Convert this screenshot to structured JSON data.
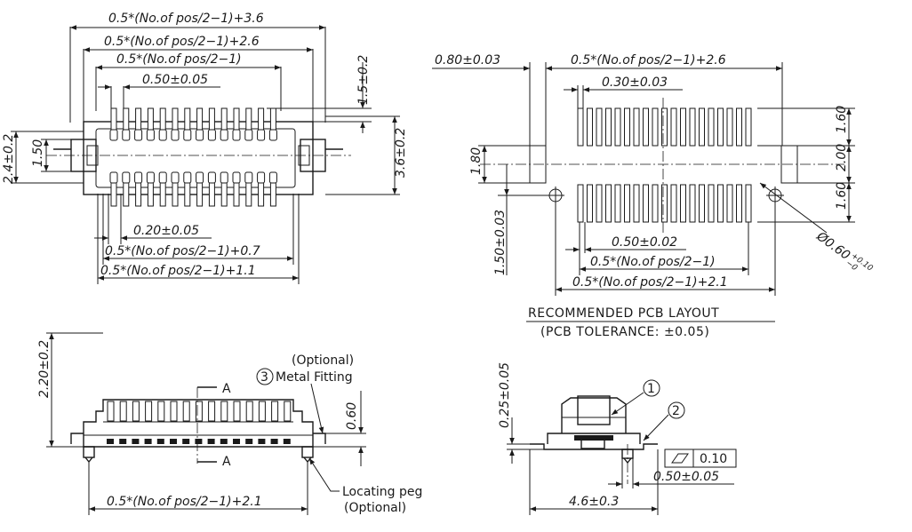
{
  "top_view": {
    "dim_overall": "0.5*(No.of pos/2−1)+3.6",
    "dim_body": "0.5*(No.of pos/2−1)+2.6",
    "dim_span": "0.5*(No.of pos/2−1)",
    "dim_pitch": "0.50±0.05",
    "dim_tail": "1.5±0.2",
    "dim_height_left": "2.4±0.2",
    "dim_inner_left": "1.50",
    "dim_height_right": "3.6±0.2",
    "dim_pin_width": "0.20±0.05",
    "dim_bottom_1": "0.5*(No.of pos/2−1)+0.7",
    "dim_bottom_2": "0.5*(No.of pos/2−1)+1.1"
  },
  "pcb_layout": {
    "dim_left_pad": "0.80±0.03",
    "dim_top_span": "0.5*(No.of pos/2−1)+2.6",
    "dim_pad_width": "0.30±0.03",
    "dim_pad_h_top": "1.60",
    "dim_gap": "2.00",
    "dim_pad_h_bottom": "1.60",
    "dim_left_h": "1.80",
    "dim_hole_offset": "1.50±0.03",
    "dim_hole": "Ø0.60",
    "dim_hole_tol_upper": "+0.10",
    "dim_hole_tol_lower": "−0",
    "dim_pitch": "0.50±0.02",
    "dim_span": "0.5*(No.of pos/2−1)",
    "dim_overall": "0.5*(No.of pos/2−1)+2.1",
    "caption_title": "RECOMMENDED PCB LAYOUT",
    "caption_tolerance": "(PCB TOLERANCE: ±0.05)"
  },
  "front_view": {
    "dim_height": "2.20±0.2",
    "dim_peg": "0.60",
    "section_top": "A",
    "section_bottom": "A",
    "optional_top": "(Optional)",
    "callout_num": "3",
    "callout_metal": "Metal Fitting",
    "dim_width": "0.5*(No.of pos/2−1)+2.1",
    "locating_peg": "Locating peg",
    "optional_bottom": "(Optional)"
  },
  "side_view": {
    "dim_height": "0.25±0.05",
    "callout_1": "1",
    "callout_2": "2",
    "flatness_value": "0.10",
    "dim_lead": "0.50±0.05",
    "dim_width": "4.6±0.3"
  }
}
